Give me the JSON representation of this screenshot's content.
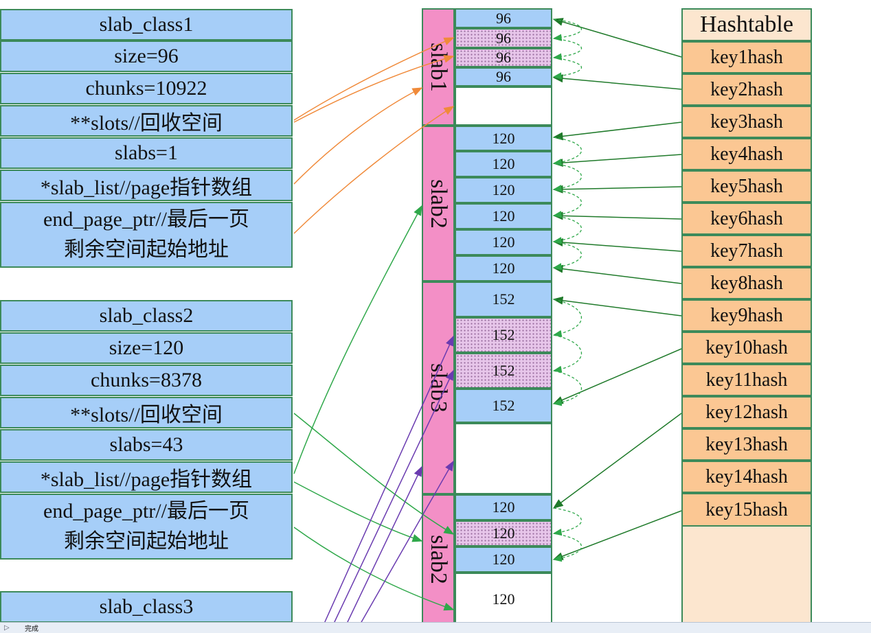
{
  "slab_classes": [
    {
      "name": "slab_class1",
      "size": "size=96",
      "chunks": "chunks=10922",
      "slots": "**slots//回收空间",
      "slabs": "slabs=1",
      "slab_list": "*slab_list//page指针数组",
      "end_page_line1": "end_page_ptr//最后一页",
      "end_page_line2": "剩余空间起始地址"
    },
    {
      "name": "slab_class2",
      "size": "size=120",
      "chunks": "chunks=8378",
      "slots": "**slots//回收空间",
      "slabs": "slabs=43",
      "slab_list": "*slab_list//page指针数组",
      "end_page_line1": "end_page_ptr//最后一页",
      "end_page_line2": "剩余空间起始地址"
    },
    {
      "name": "slab_class3"
    }
  ],
  "memory_column": {
    "slabs": [
      {
        "label": "slab1",
        "chunks": [
          "96",
          "96",
          "96",
          "96",
          ""
        ],
        "free": [
          false,
          true,
          true,
          false,
          false
        ]
      },
      {
        "label": "slab2",
        "chunks": [
          "120",
          "120",
          "120",
          "120",
          "120",
          "120"
        ],
        "free": [
          false,
          false,
          false,
          false,
          false,
          false
        ]
      },
      {
        "label": "slab3",
        "chunks": [
          "152",
          "152",
          "152",
          "152",
          ""
        ],
        "free": [
          false,
          true,
          true,
          false,
          false
        ]
      },
      {
        "label": "slab2",
        "chunks": [
          "120",
          "120",
          "120",
          "120"
        ],
        "free": [
          false,
          true,
          false,
          false
        ]
      }
    ]
  },
  "hashtable": {
    "title": "Hashtable",
    "keys": [
      "key1hash",
      "key2hash",
      "key3hash",
      "key4hash",
      "key5hash",
      "key6hash",
      "key7hash",
      "key8hash",
      "key9hash",
      "key10hash",
      "key11hash",
      "key12hash",
      "key13hash",
      "key14hash",
      "key15hash"
    ]
  },
  "colors": {
    "class_cell": "#a6cef8",
    "slab_band": "#f38fc6",
    "hash_key": "#fbc793",
    "hash_bg": "#fce6cf",
    "border": "#3c8a5a",
    "arrow_orange": "#f08a3a",
    "arrow_green": "#2fa84a",
    "arrow_hash": "#1f7a2a",
    "arrow_purple": "#6a3bb0"
  },
  "statusbar": {
    "icon": "play-icon",
    "text": "完成"
  }
}
